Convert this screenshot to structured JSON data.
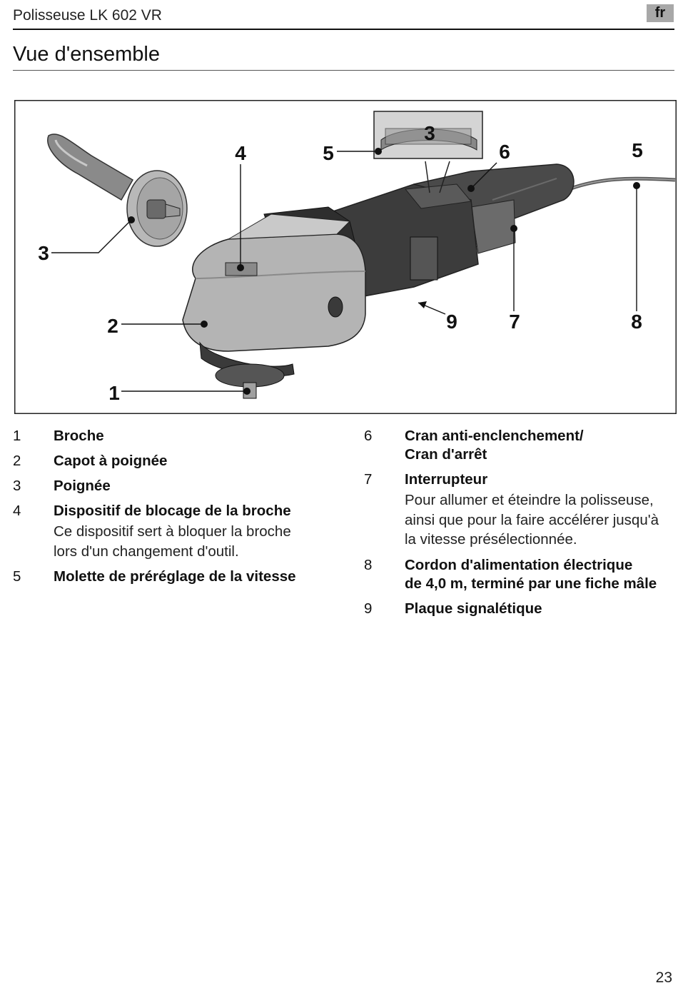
{
  "header": {
    "title": "Polisseuse LK 602 VR",
    "lang": "fr"
  },
  "page_title": "Vue d'ensemble",
  "figure": {
    "callouts": [
      "1",
      "2",
      "3",
      "4",
      "5",
      "5",
      "6",
      "7",
      "8",
      "9"
    ],
    "dial_number": "3"
  },
  "legend": {
    "left": [
      {
        "num": "1",
        "label": "Broche",
        "desc": ""
      },
      {
        "num": "2",
        "label": "Capot à poignée",
        "desc": ""
      },
      {
        "num": "3",
        "label": "Poignée",
        "desc": ""
      },
      {
        "num": "4",
        "label": "Dispositif de blocage de la broche",
        "desc": "Ce dispositif sert à bloquer la broche lors d'un changement d'outil."
      },
      {
        "num": "5",
        "label": "Molette de préréglage de la vitesse",
        "desc": ""
      }
    ],
    "right": [
      {
        "num": "6",
        "label": "Cran anti-enclenchement/\nCran d'arrêt",
        "desc": ""
      },
      {
        "num": "7",
        "label": "Interrupteur",
        "desc": "Pour allumer et éteindre la polisseuse, ainsi que pour la faire accélérer jusqu'à la vitesse présélectionnée."
      },
      {
        "num": "8",
        "label": "Cordon d'alimentation électrique\nde 4,0 m, terminé par une fiche mâle",
        "desc": ""
      },
      {
        "num": "9",
        "label": "Plaque signalétique",
        "desc": ""
      }
    ]
  },
  "page_number": "23"
}
